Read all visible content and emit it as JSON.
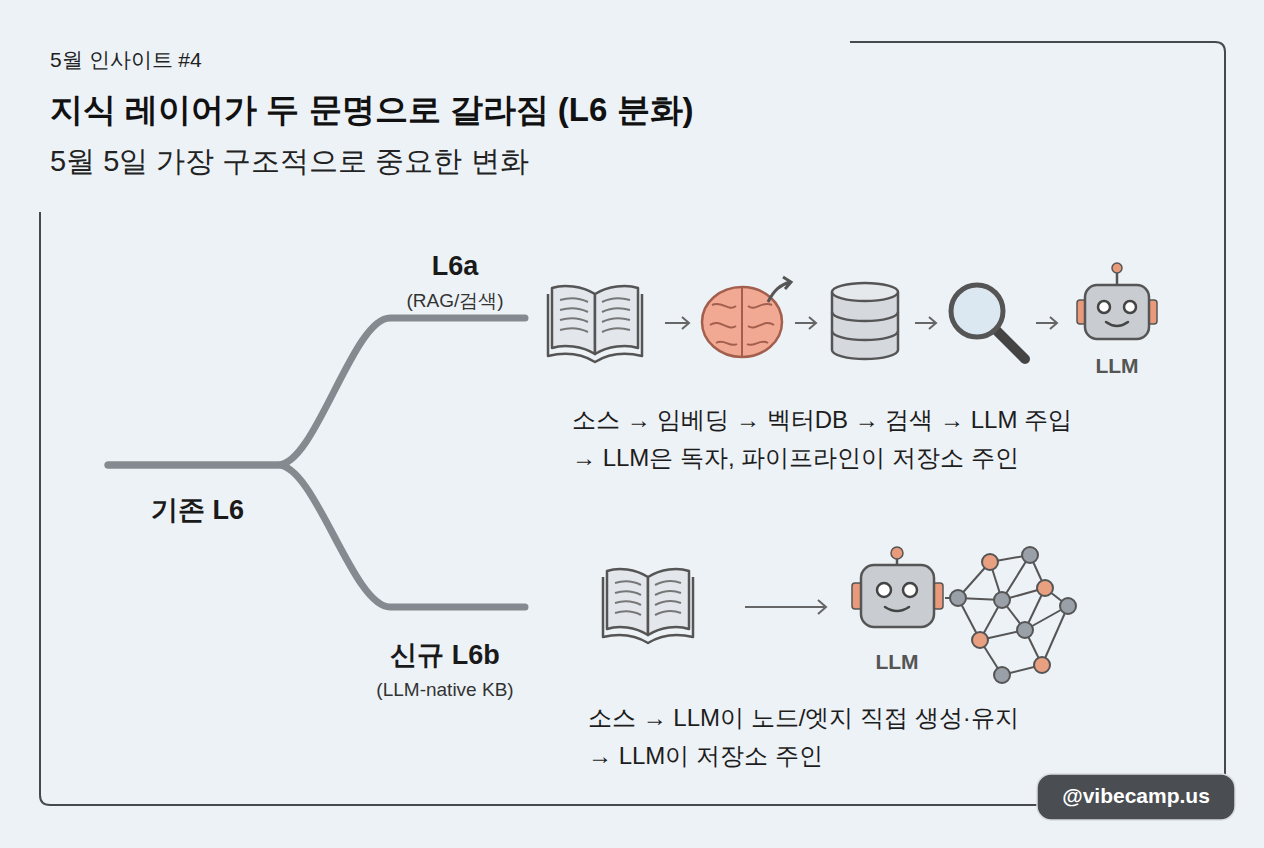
{
  "diagram": {
    "title": "지식 레이어가 두 문명으로 갈라짐 (L6 분화)",
    "caption": "5월 5일 가장 구조적으로 중요한 변화",
    "nodes": [
      {
        "text": [
          "기존 L6"
        ]
      },
      {
        "text": [
          "L6a",
          "(RAG/검색)"
        ]
      },
      {
        "text": [
          "신규 L6b",
          "(LLM-native KB)"
        ]
      }
    ],
    "edges": [
      {
        "from": 0,
        "to": 1,
        "arrow": "none"
      },
      {
        "from": 0,
        "to": 2,
        "arrow": "none"
      }
    ],
    "labels": [
      "5월 인사이트 #4",
      "LLM",
      "소스 → 임베딩 → 벡터DB → 검색 → LLM 주입",
      "→ LLM은 독자, 파이프라인이 저장소 주인",
      "LLM",
      "소스 → LLM이 노드/엣지 직접 생성·유지",
      "→ LLM이 저장소 주인",
      "@vibecamp.us"
    ]
  }
}
